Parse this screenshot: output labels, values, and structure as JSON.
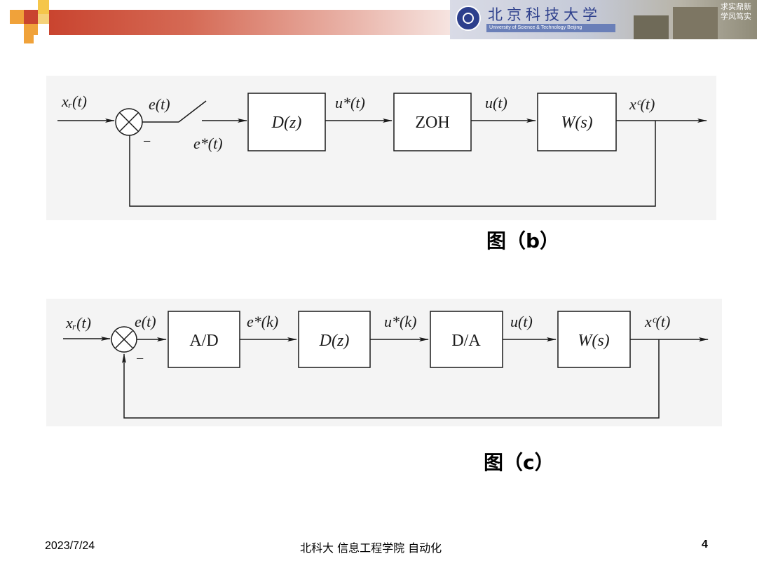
{
  "header": {
    "logo_cn": "北京科技大学",
    "logo_en": "University of Science & Technology Beijing",
    "motto_line1": "求实鼎新",
    "motto_line2": "学风笃实"
  },
  "figure_b": {
    "label": "图（b）",
    "input": "xᵣ(t)",
    "error": "e(t)",
    "sampled_error": "e*(t)",
    "minus": "−",
    "controller": "D(z)",
    "controller_out": "u*(t)",
    "hold": "ZOH",
    "hold_out": "u(t)",
    "plant": "W(s)",
    "output": "xᶜ(t)"
  },
  "figure_c": {
    "label": "图（c）",
    "input": "xᵣ(t)",
    "error": "e(t)",
    "minus": "−",
    "adc": "A/D",
    "adc_out": "e*(k)",
    "controller": "D(z)",
    "controller_out": "u*(k)",
    "dac": "D/A",
    "dac_out": "u(t)",
    "plant": "W(s)",
    "output": "xᶜ(t)"
  },
  "footer": {
    "date": "2023/7/24",
    "center": "北科大 信息工程学院 自动化",
    "page": "4"
  }
}
